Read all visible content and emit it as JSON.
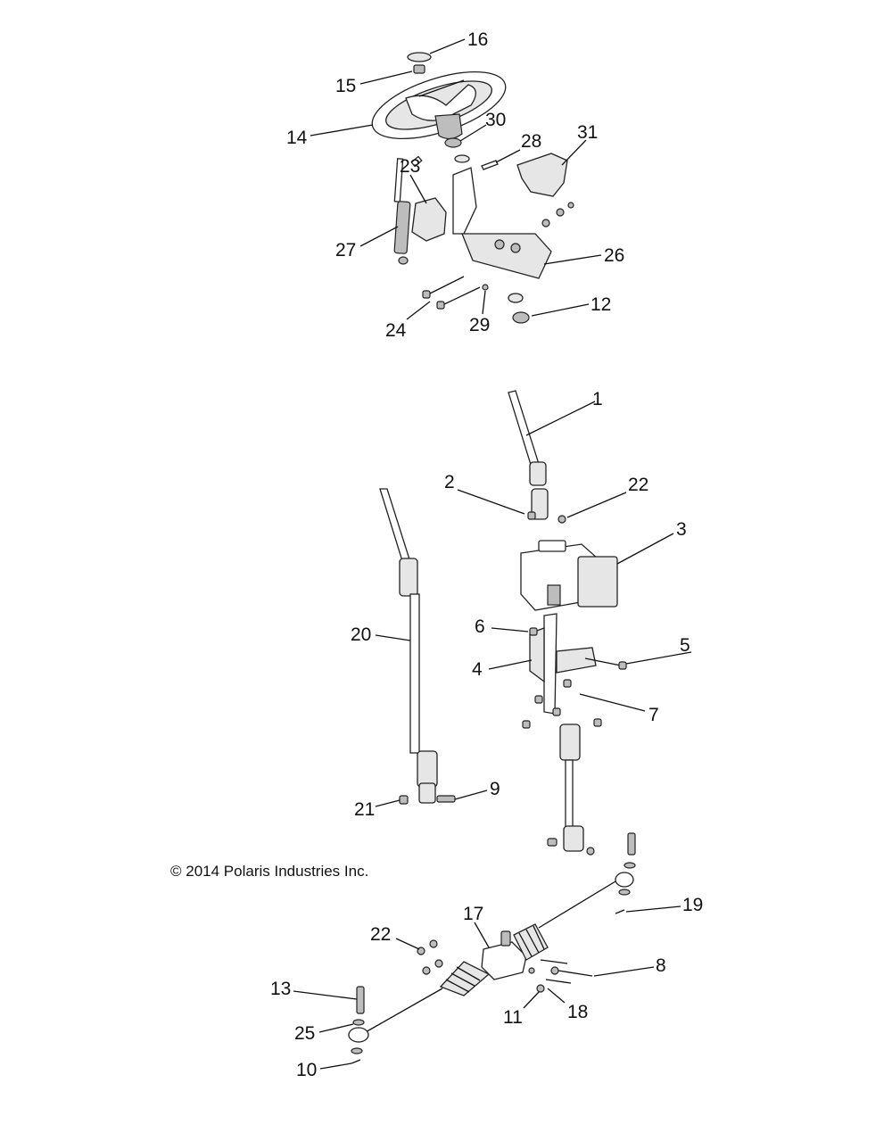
{
  "copyright": "© 2014 Polaris Industries Inc.",
  "callouts": [
    {
      "id": "c16",
      "label": "16"
    },
    {
      "id": "c15",
      "label": "15"
    },
    {
      "id": "c14",
      "label": "14"
    },
    {
      "id": "c30",
      "label": "30"
    },
    {
      "id": "c28",
      "label": "28"
    },
    {
      "id": "c31",
      "label": "31"
    },
    {
      "id": "c23",
      "label": "23"
    },
    {
      "id": "c27",
      "label": "27"
    },
    {
      "id": "c26",
      "label": "26"
    },
    {
      "id": "c24",
      "label": "24"
    },
    {
      "id": "c29",
      "label": "29"
    },
    {
      "id": "c12",
      "label": "12"
    },
    {
      "id": "c1",
      "label": "1"
    },
    {
      "id": "c2",
      "label": "2"
    },
    {
      "id": "c22a",
      "label": "22"
    },
    {
      "id": "c3",
      "label": "3"
    },
    {
      "id": "c20",
      "label": "20"
    },
    {
      "id": "c6",
      "label": "6"
    },
    {
      "id": "c5",
      "label": "5"
    },
    {
      "id": "c4",
      "label": "4"
    },
    {
      "id": "c7",
      "label": "7"
    },
    {
      "id": "c9",
      "label": "9"
    },
    {
      "id": "c21",
      "label": "21"
    },
    {
      "id": "c17",
      "label": "17"
    },
    {
      "id": "c19",
      "label": "19"
    },
    {
      "id": "c22b",
      "label": "22"
    },
    {
      "id": "c8",
      "label": "8"
    },
    {
      "id": "c13",
      "label": "13"
    },
    {
      "id": "c11",
      "label": "11"
    },
    {
      "id": "c18",
      "label": "18"
    },
    {
      "id": "c25",
      "label": "25"
    },
    {
      "id": "c10",
      "label": "10"
    }
  ]
}
